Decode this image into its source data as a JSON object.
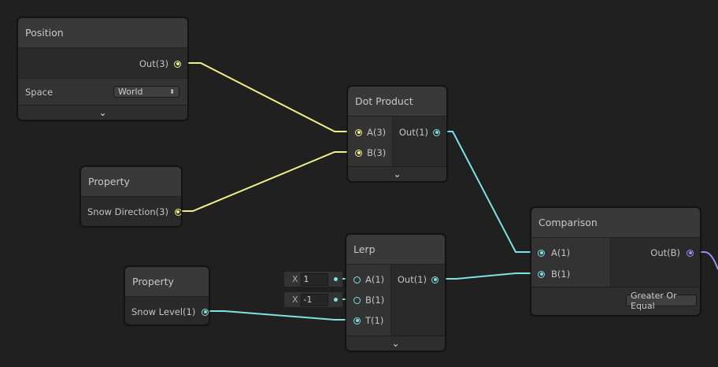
{
  "colors": {
    "vector3": "#f0f08a",
    "vector1": "#7fe1e1",
    "boolean": "#a38af7"
  },
  "position": {
    "title": "Position",
    "out": "Out(3)",
    "space_label": "Space",
    "space_value": "World",
    "expand": "⌄"
  },
  "dot_product": {
    "title": "Dot Product",
    "in_a": "A(3)",
    "in_b": "B(3)",
    "out": "Out(1)"
  },
  "snow_direction": {
    "title": "Property",
    "out": "Snow Direction(3)"
  },
  "snow_level": {
    "title": "Property",
    "out": "Snow Level(1)"
  },
  "lerp": {
    "title": "Lerp",
    "in_a": "A(1)",
    "in_b": "B(1)",
    "in_t": "T(1)",
    "out": "Out(1)",
    "a_field_label": "X",
    "a_value": "1",
    "b_field_label": "X",
    "b_value": "-1"
  },
  "comparison": {
    "title": "Comparison",
    "in_a": "A(1)",
    "in_b": "B(1)",
    "out": "Out(B)",
    "mode": "Greater Or Equal"
  }
}
